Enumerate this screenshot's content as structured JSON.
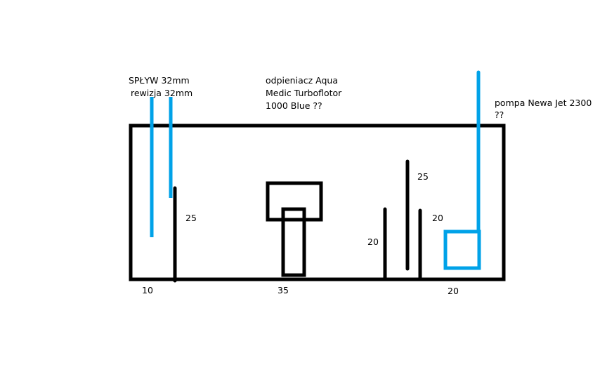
{
  "labels": {
    "outflow": "SPŁYW 32mm",
    "revision": "rewizja 32mm",
    "skimmer_line1": "odpieniacz Aqua",
    "skimmer_line2": "Medic Turboflotor",
    "skimmer_line3": "1000 Blue ??",
    "pump_line1": "pompa Newa Jet 2300",
    "pump_line2": "??"
  },
  "dimensions": {
    "baffle_left_height": "25",
    "section_left_width": "10",
    "section_middle_width": "35",
    "baffle_a_height": "20",
    "baffle_b_height": "25",
    "baffle_c_height": "20",
    "section_right_width": "20"
  },
  "colors": {
    "pipe": "#00a2e8",
    "outline": "#000000"
  }
}
